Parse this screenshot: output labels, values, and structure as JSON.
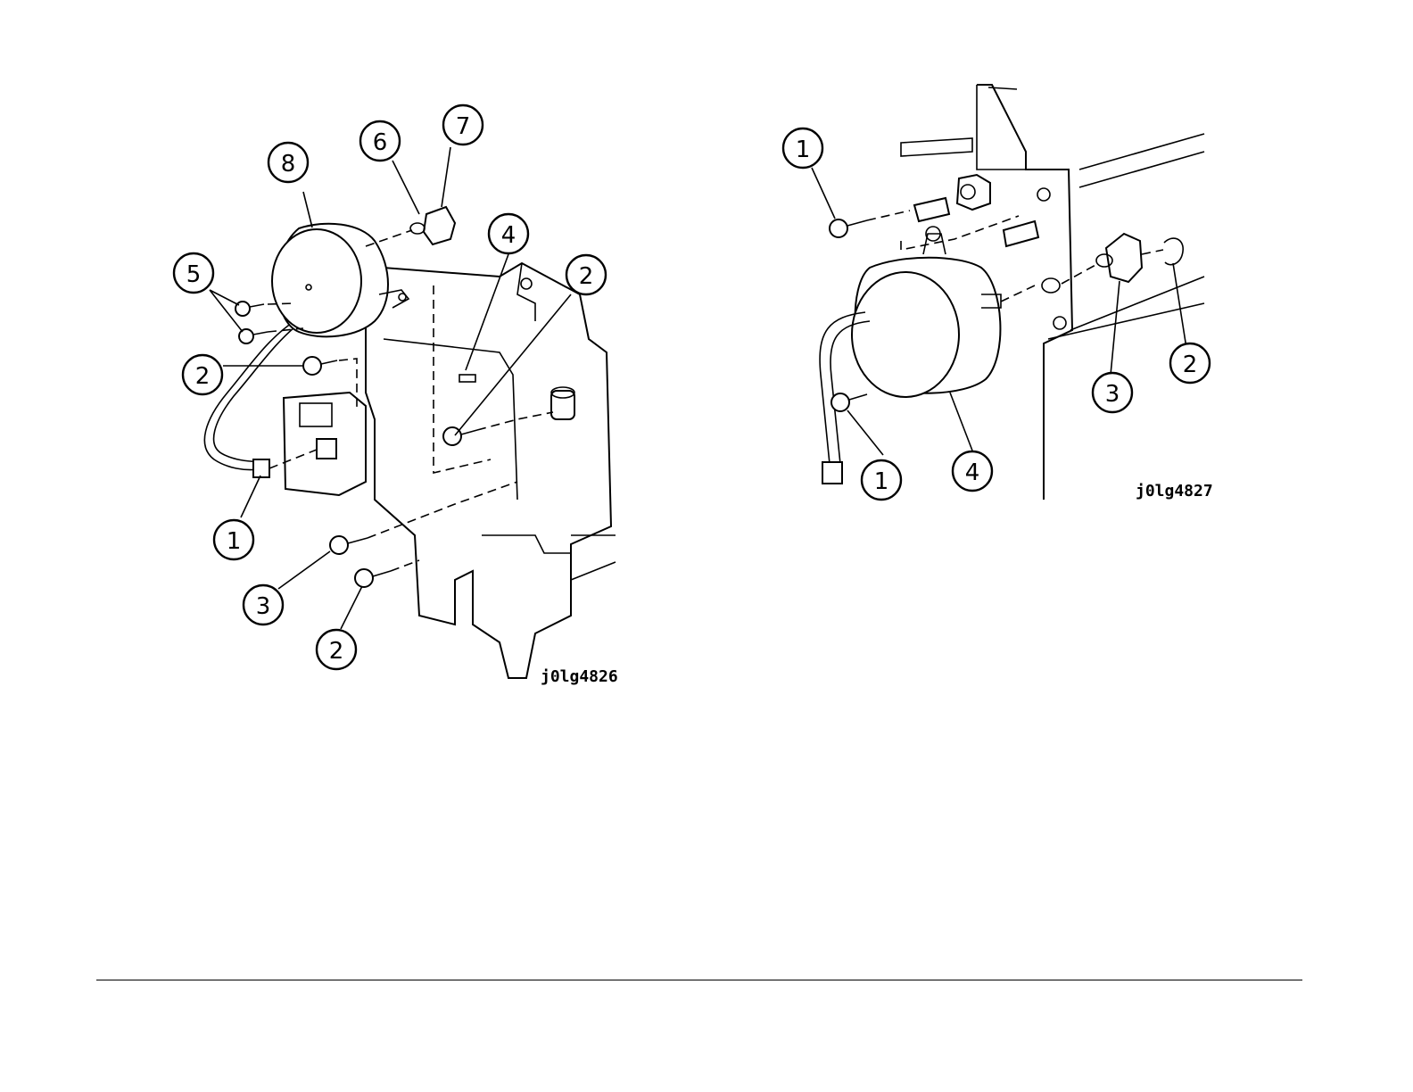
{
  "figures": [
    {
      "id": "j0lg4826",
      "callouts": [
        "1",
        "2",
        "3",
        "4",
        "5",
        "6",
        "7",
        "8"
      ]
    },
    {
      "id": "j0lg4827",
      "callouts": [
        "1",
        "2",
        "3",
        "4"
      ]
    }
  ]
}
